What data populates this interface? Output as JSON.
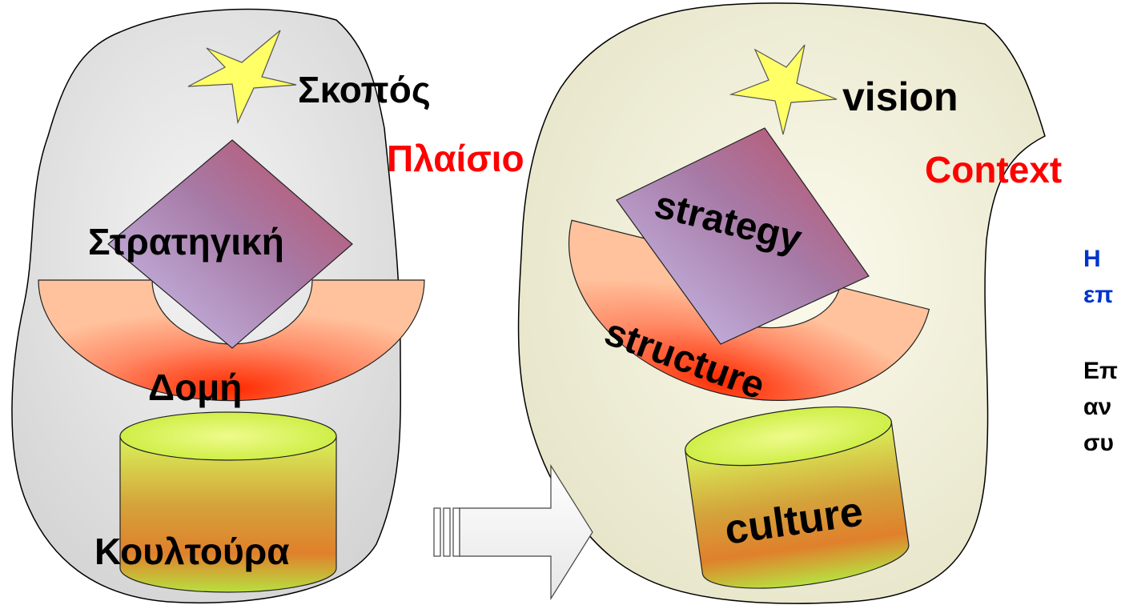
{
  "left": {
    "vision": "Σκοπός",
    "context": "Πλαίσιο",
    "strategy": "Στρατηγική",
    "structure": "Δομή",
    "culture": "Κουλτούρα"
  },
  "right": {
    "vision": "vision",
    "context": "Context",
    "strategy": "strategy",
    "structure": "structure",
    "culture": "culture"
  },
  "side_text": {
    "line1": "Η",
    "line2": "επ",
    "line3": "Επ",
    "line4": "αν",
    "line5": "συ"
  },
  "colors": {
    "context_text": "#ff0000",
    "side_heading": "#0033cc",
    "star": "#ffff66",
    "blob_left": "#e4e4e4",
    "blob_right": "#f3f1d6"
  }
}
